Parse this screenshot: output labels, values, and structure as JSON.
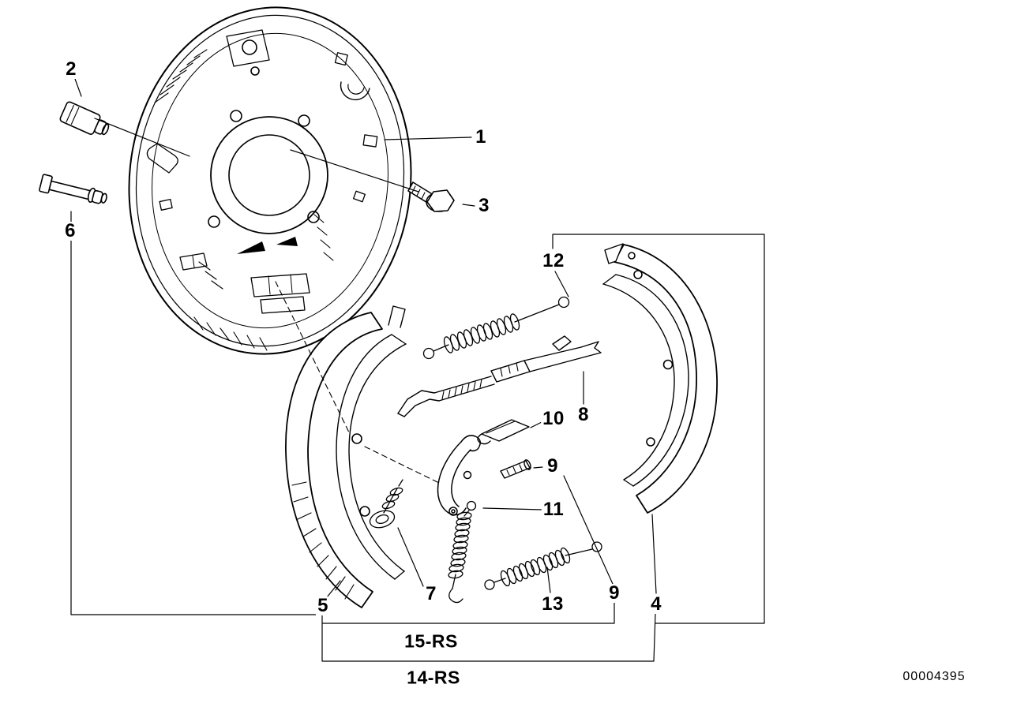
{
  "callouts": {
    "n1": "1",
    "n2": "2",
    "n3": "3",
    "n4": "4",
    "n5": "5",
    "n6": "6",
    "n7": "7",
    "n8": "8",
    "n9_upper": "9",
    "n9_lower": "9",
    "n10": "10",
    "n11": "11",
    "n12": "12",
    "n13": "13",
    "group_inner": "15-RS",
    "group_outer": "14-RS"
  },
  "footer": {
    "catalog_number": "00004395"
  },
  "style": {
    "ink": "#000000",
    "background": "#ffffff"
  }
}
